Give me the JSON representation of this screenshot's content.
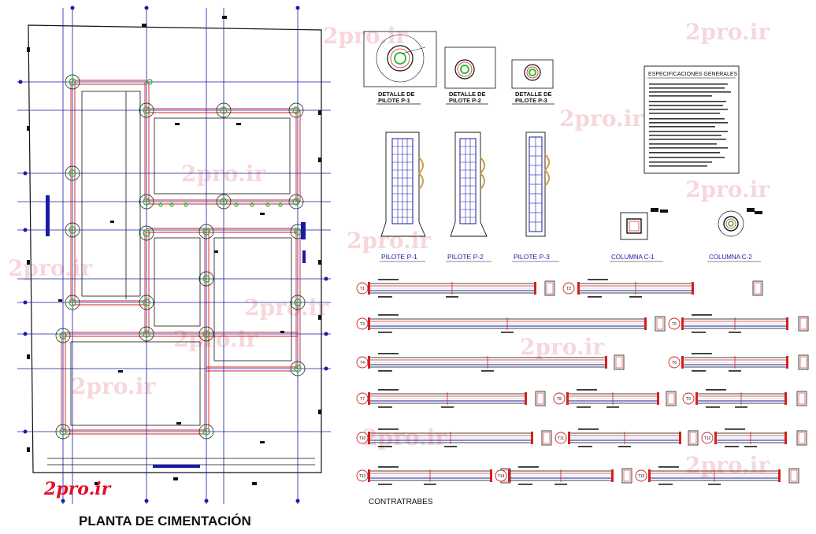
{
  "plan": {
    "title": "PLANTA DE CIMENTACIÓN"
  },
  "piles": {
    "details": [
      {
        "label_line1": "DETALLE DE",
        "label_line2": "PILOTE P-1"
      },
      {
        "label_line1": "DETALLE DE",
        "label_line2": "PILOTE P-2"
      },
      {
        "label_line1": "DETALLE DE",
        "label_line2": "PILOTE P-3"
      }
    ],
    "elevations": [
      "PILOTE  P-1",
      "PILOTE  P-2",
      "PILOTE  P-3"
    ]
  },
  "columns": [
    "COLUMNA C-1",
    "COLUMNA C-2"
  ],
  "specs": {
    "title": "ESPECIFICACIONES GENERALES"
  },
  "beams": {
    "section_title": "CONTRATRABES",
    "tags": [
      "T1",
      "T2",
      "T3",
      "T5",
      "T4",
      "T6",
      "T7",
      "T8",
      "T9",
      "T10",
      "T11",
      "T12",
      "T13",
      "T14",
      "T15"
    ]
  },
  "watermark": {
    "text": "2pro.ir",
    "logo": "2pro.ir"
  },
  "colors": {
    "line": "#111111",
    "beam": "#d42020",
    "grid": "#1a1aa8",
    "pile": "#2fbf2f"
  }
}
